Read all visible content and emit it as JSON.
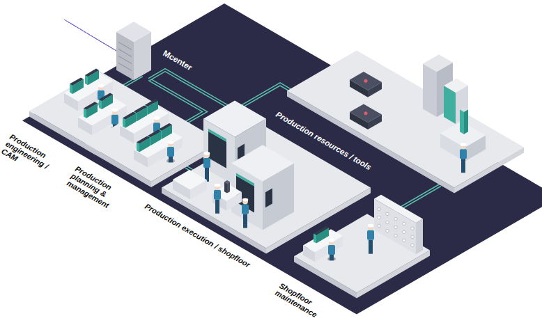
{
  "diagram": {
    "labels": [
      "Mcenter",
      "Production resources / tools",
      "Production engineering / CAM",
      "Production planning & management",
      "Production execution / shopfloor",
      "Shopfloor maintenance"
    ]
  }
}
